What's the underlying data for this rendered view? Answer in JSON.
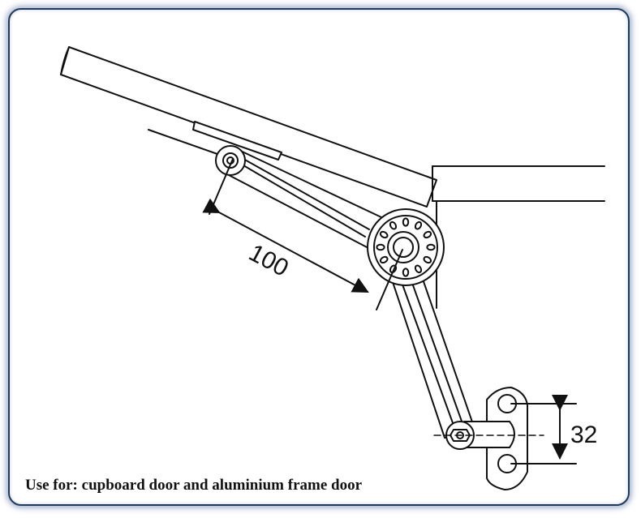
{
  "diagram": {
    "dimension_arm_length": "100",
    "dimension_hole_spacing": "32"
  },
  "caption": "Use for: cupboard door and aluminium frame door"
}
